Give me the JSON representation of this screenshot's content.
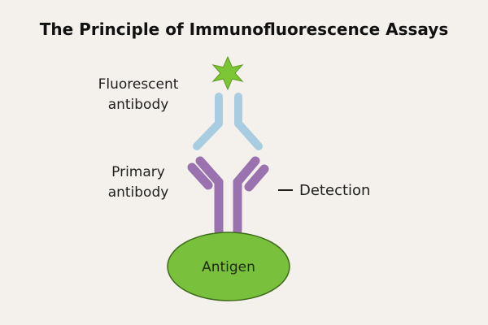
{
  "title": "The Principle of Immunofluorescence Assays",
  "labels": {
    "fluorescent_antibody": [
      "Fluorescent",
      "antibody"
    ],
    "primary_antibody": [
      "Primary",
      "antibody"
    ],
    "detection": "Detection",
    "antigen": "Antigen"
  },
  "colors": {
    "background": "#f4f1ec",
    "fluorophore": "#7cc635",
    "secondary_antibody": "#a9cde0",
    "primary_antibody": "#9a72b0",
    "antigen": "#79c13c"
  },
  "icons": {
    "fluorophore": "star-icon"
  }
}
